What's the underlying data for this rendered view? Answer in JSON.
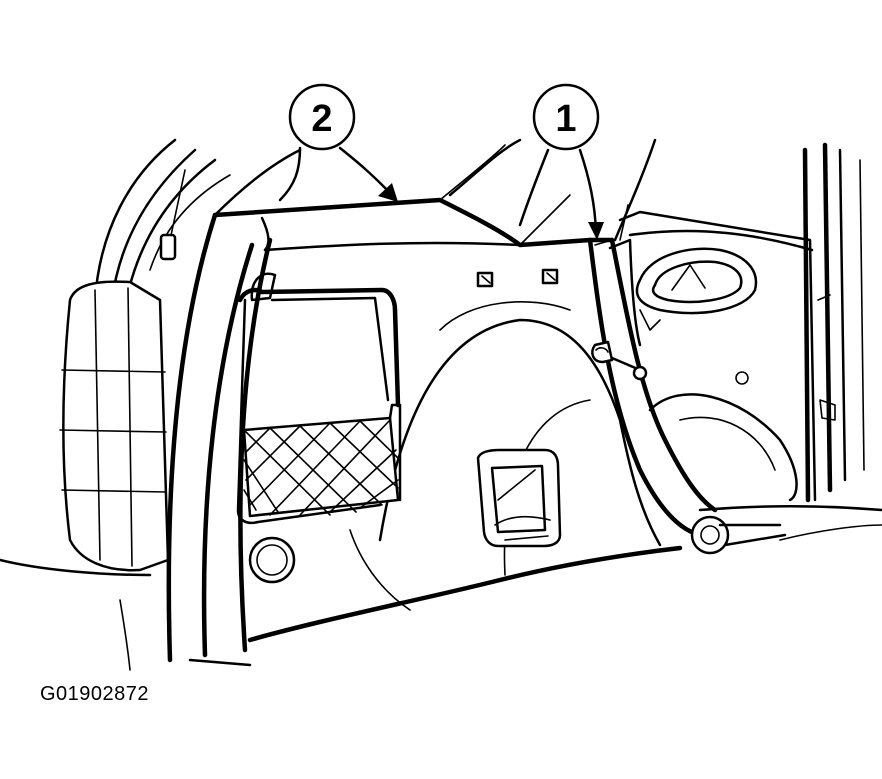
{
  "callouts": [
    {
      "id": "callout-1",
      "label": "1"
    },
    {
      "id": "callout-2",
      "label": "2"
    }
  ],
  "figure_code": "G01902872"
}
